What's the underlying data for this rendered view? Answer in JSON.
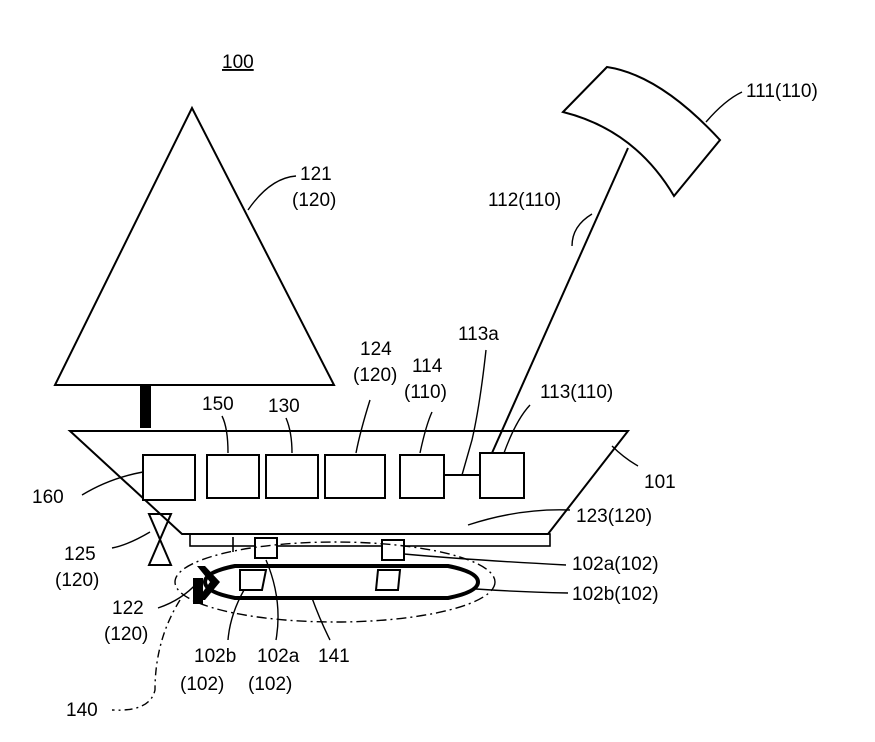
{
  "figure_label": "100",
  "labels": {
    "l111": "111(110)",
    "l121a": "121",
    "l121b": "(120)",
    "l112": "112(110)",
    "l113a": "113a",
    "l124a": "124",
    "l124b": "(120)",
    "l114a": "114",
    "l114b": "(110)",
    "l113": "113(110)",
    "l150": "150",
    "l130": "130",
    "l101": "101",
    "l160": "160",
    "l123": "123(120)",
    "l125a": "125",
    "l125b": "(120)",
    "l102a_r": "102a(102)",
    "l102b_r": "102b(102)",
    "l122a": "122",
    "l122b": "(120)",
    "l102b_b1": "102b",
    "l102b_b2": "(102)",
    "l102a_b1": "102a",
    "l102a_b2": "(102)",
    "l141": "141",
    "l140": "140"
  }
}
